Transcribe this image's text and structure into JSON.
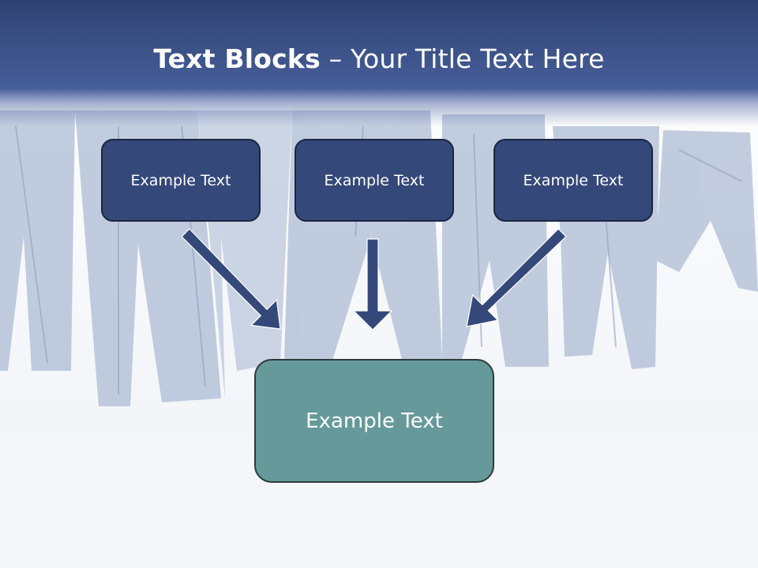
{
  "title": {
    "bold": "Text Blocks",
    "separator": " – ",
    "rest": "Your Title Text Here"
  },
  "boxes": {
    "top_left": "Example Text",
    "top_center": "Example Text",
    "top_right": "Example Text",
    "bottom": "Example Text"
  },
  "colors": {
    "banner": "#3b5187",
    "top_box_fill": "#344879",
    "bottom_box_fill": "#669a9a",
    "arrow": "#344879"
  }
}
